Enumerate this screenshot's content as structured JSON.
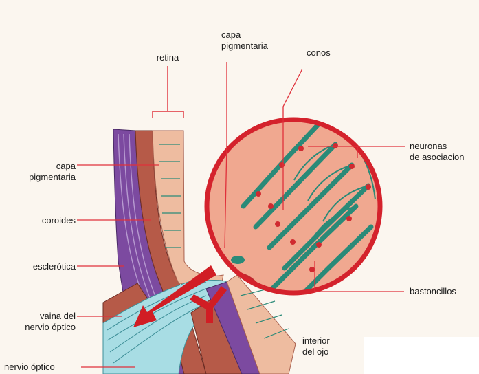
{
  "labels": {
    "retina": "retina",
    "capa_pigmentaria_top": "capa\npigmentaria",
    "conos": "conos",
    "neuronas": "neuronas\nde asociacion",
    "capa_pigmentaria_left": "capa\npigmentaria",
    "coroides": "coroides",
    "esclerotica": "esclerótica",
    "vaina": "vaina del\nnervio óptico",
    "nervio_optico": "nervio óptico",
    "bastoncillos": "bastoncillos",
    "interior": "interior\ndel ojo"
  },
  "colors": {
    "leader": "#e0303a",
    "magnifier_ring": "#d4222c",
    "magnifier_fill": "#f0a890",
    "cell": "#2a8a78",
    "nucleus": "#d02a30",
    "sclera": "#7c4aa0",
    "choroid": "#b65a48",
    "retina": "#eebca0",
    "nerve": "#a8dde4",
    "arrow": "#d11d24"
  }
}
